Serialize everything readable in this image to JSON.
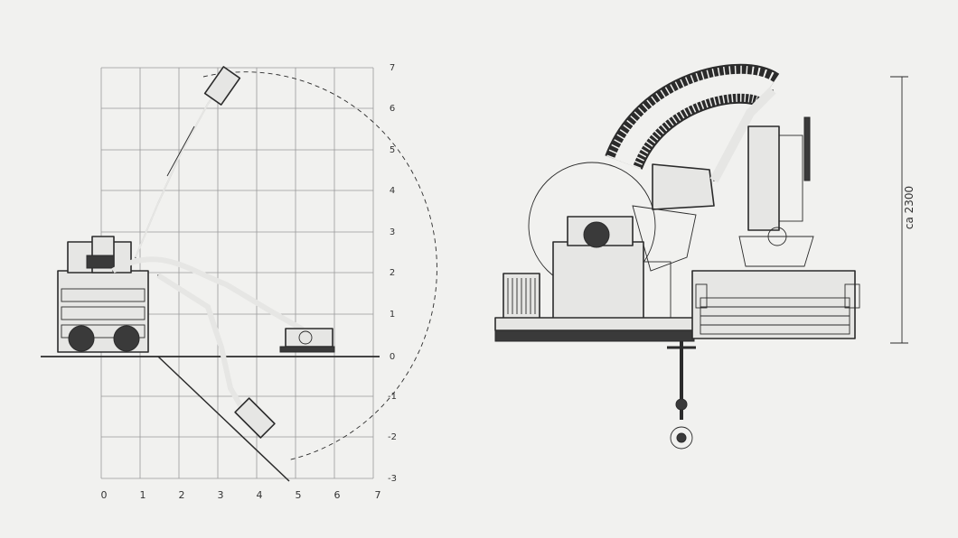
{
  "left_diagram": {
    "x_ticks": [
      "0",
      "1",
      "2",
      "3",
      "4",
      "5",
      "6",
      "7"
    ],
    "y_ticks": [
      "7",
      "6",
      "5",
      "4",
      "3",
      "2",
      "1",
      "0",
      "-1",
      "-2",
      "-3"
    ]
  },
  "right_diagram": {
    "height_label": "ca 2300"
  },
  "colors": {
    "background": "#f1f1ef",
    "ink": "#2b2b2b",
    "grid": "#9a9a9a"
  }
}
